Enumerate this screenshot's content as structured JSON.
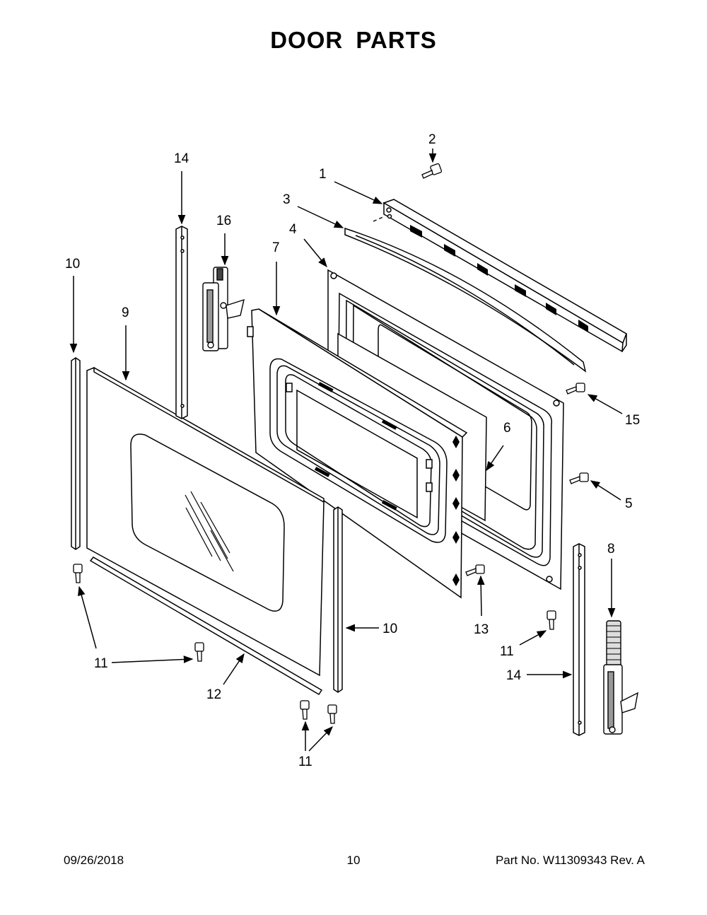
{
  "title": "DOOR PARTS",
  "callouts": [
    {
      "id": "c1",
      "label": "1"
    },
    {
      "id": "c2",
      "label": "2"
    },
    {
      "id": "c3",
      "label": "3"
    },
    {
      "id": "c4",
      "label": "4"
    },
    {
      "id": "c5",
      "label": "5"
    },
    {
      "id": "c6",
      "label": "6"
    },
    {
      "id": "c7",
      "label": "7"
    },
    {
      "id": "c8",
      "label": "8"
    },
    {
      "id": "c9",
      "label": "9"
    },
    {
      "id": "c10a",
      "label": "10"
    },
    {
      "id": "c10b",
      "label": "10"
    },
    {
      "id": "c11a",
      "label": "11"
    },
    {
      "id": "c11b",
      "label": "11"
    },
    {
      "id": "c11c",
      "label": "11"
    },
    {
      "id": "c11d",
      "label": "11"
    },
    {
      "id": "c12",
      "label": "12"
    },
    {
      "id": "c13",
      "label": "13"
    },
    {
      "id": "c14a",
      "label": "14"
    },
    {
      "id": "c14b",
      "label": "14"
    },
    {
      "id": "c15",
      "label": "15"
    },
    {
      "id": "c16",
      "label": "16"
    }
  ],
  "footer": {
    "date": "09/26/2018",
    "page": "10",
    "part_no": "Part No.  W11309343  Rev.  A"
  }
}
